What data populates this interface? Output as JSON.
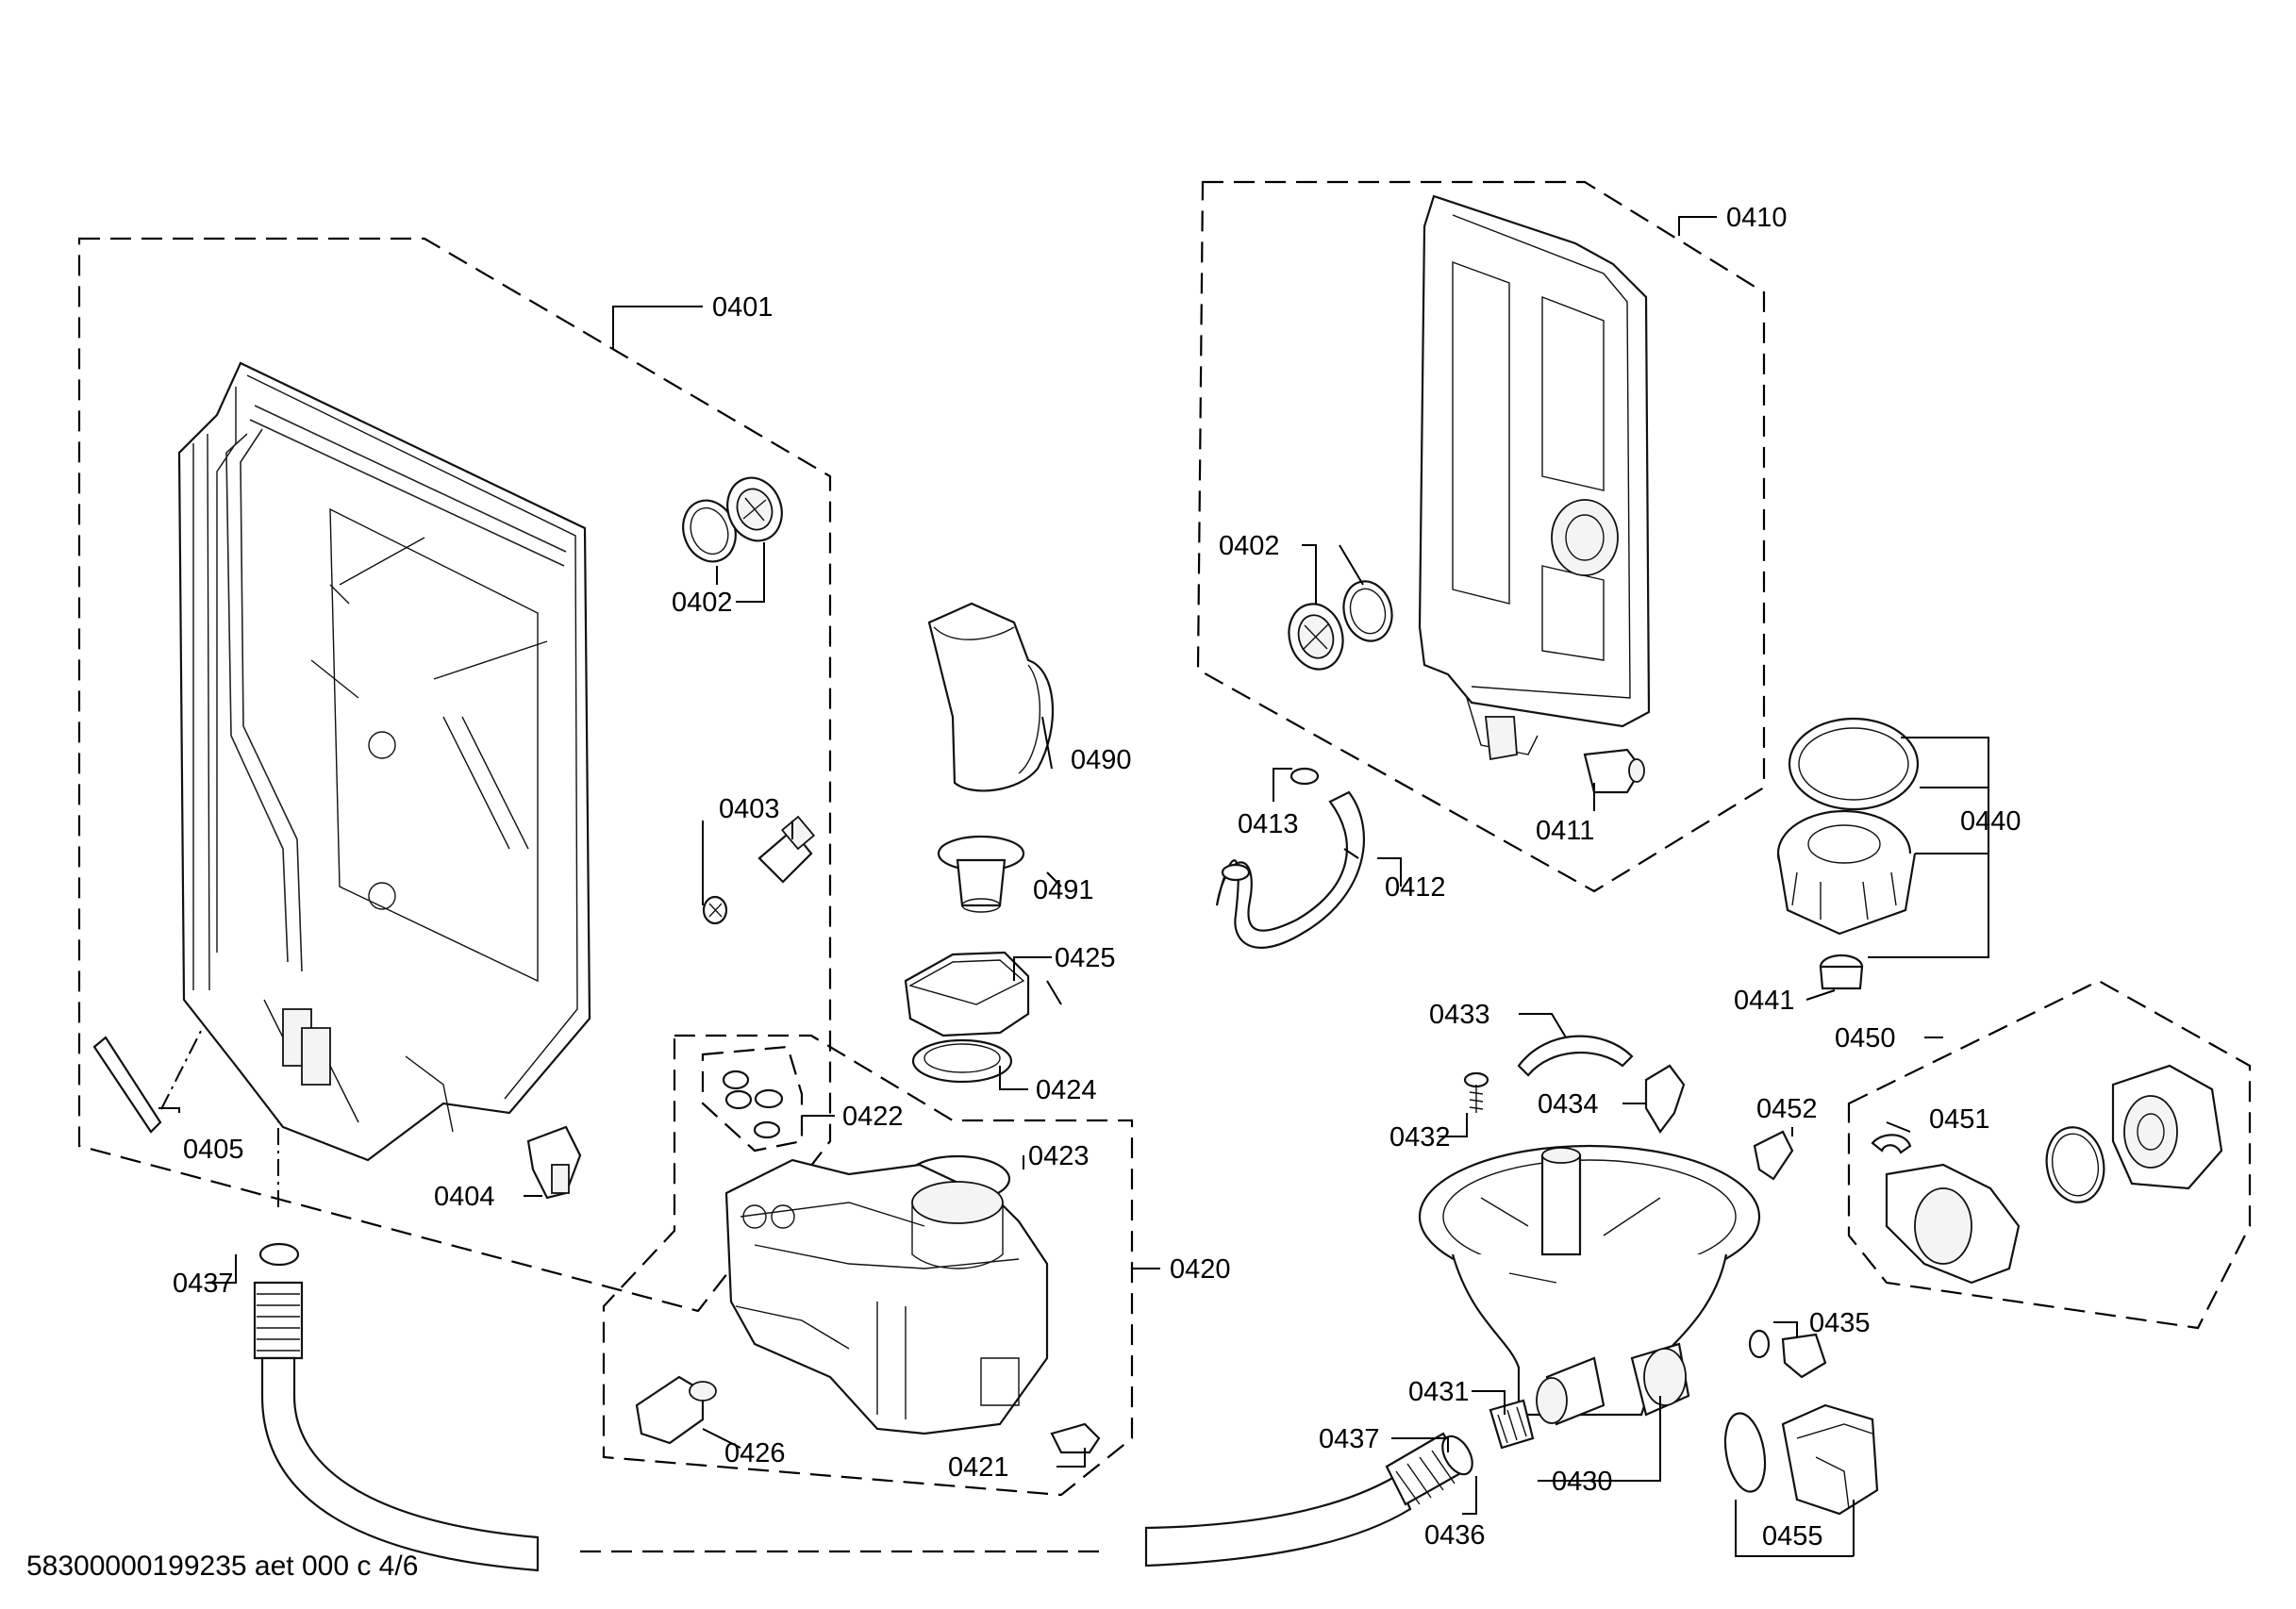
{
  "labels": {
    "l0401": "0401",
    "l0402a": "0402",
    "l0402b": "0402",
    "l0403": "0403",
    "l0404": "0404",
    "l0405": "0405",
    "l0410": "0410",
    "l0411": "0411",
    "l0412": "0412",
    "l0413": "0413",
    "l0420": "0420",
    "l0421": "0421",
    "l0422": "0422",
    "l0423": "0423",
    "l0424": "0424",
    "l0425": "0425",
    "l0426": "0426",
    "l0430": "0430",
    "l0431": "0431",
    "l0432": "0432",
    "l0433": "0433",
    "l0434": "0434",
    "l0435": "0435",
    "l0436": "0436",
    "l0437a": "0437",
    "l0437b": "0437",
    "l0440": "0440",
    "l0441": "0441",
    "l0450": "0450",
    "l0451": "0451",
    "l0452": "0452",
    "l0455": "0455",
    "l0490": "0490",
    "l0491": "0491"
  },
  "footer": "58300000199235 aet 000 c 4/6"
}
